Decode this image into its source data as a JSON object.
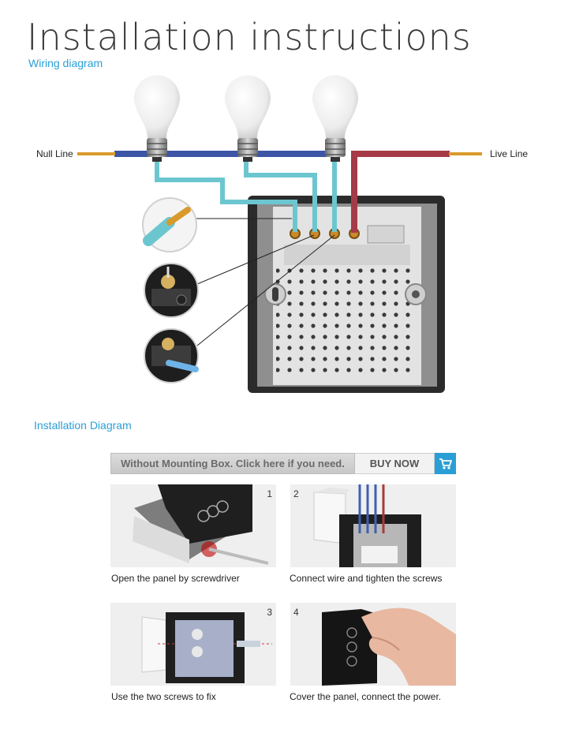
{
  "header": {
    "title": "Installation instructions",
    "subtitle": "Wiring diagram"
  },
  "wiring": {
    "null_label": "Null Line",
    "live_label": "Live Line",
    "colors": {
      "neutral": "#3d55a6",
      "live": "#a63a48",
      "switched": "#6cc6cf",
      "copper": "#d99a2b"
    }
  },
  "installation": {
    "title": "Installation Diagram",
    "banner": {
      "text": "Without Mounting Box. Click here if you need.",
      "buy_label": "BUY NOW",
      "cart_icon": "cart-icon"
    },
    "steps": [
      {
        "number": "1",
        "caption": "Open the panel by screwdriver"
      },
      {
        "number": "2",
        "caption": "Connect wire and tighten the screws"
      },
      {
        "number": "3",
        "caption": "Use the two screws to fix"
      },
      {
        "number": "4",
        "caption": "Cover the panel, connect the power."
      }
    ]
  }
}
